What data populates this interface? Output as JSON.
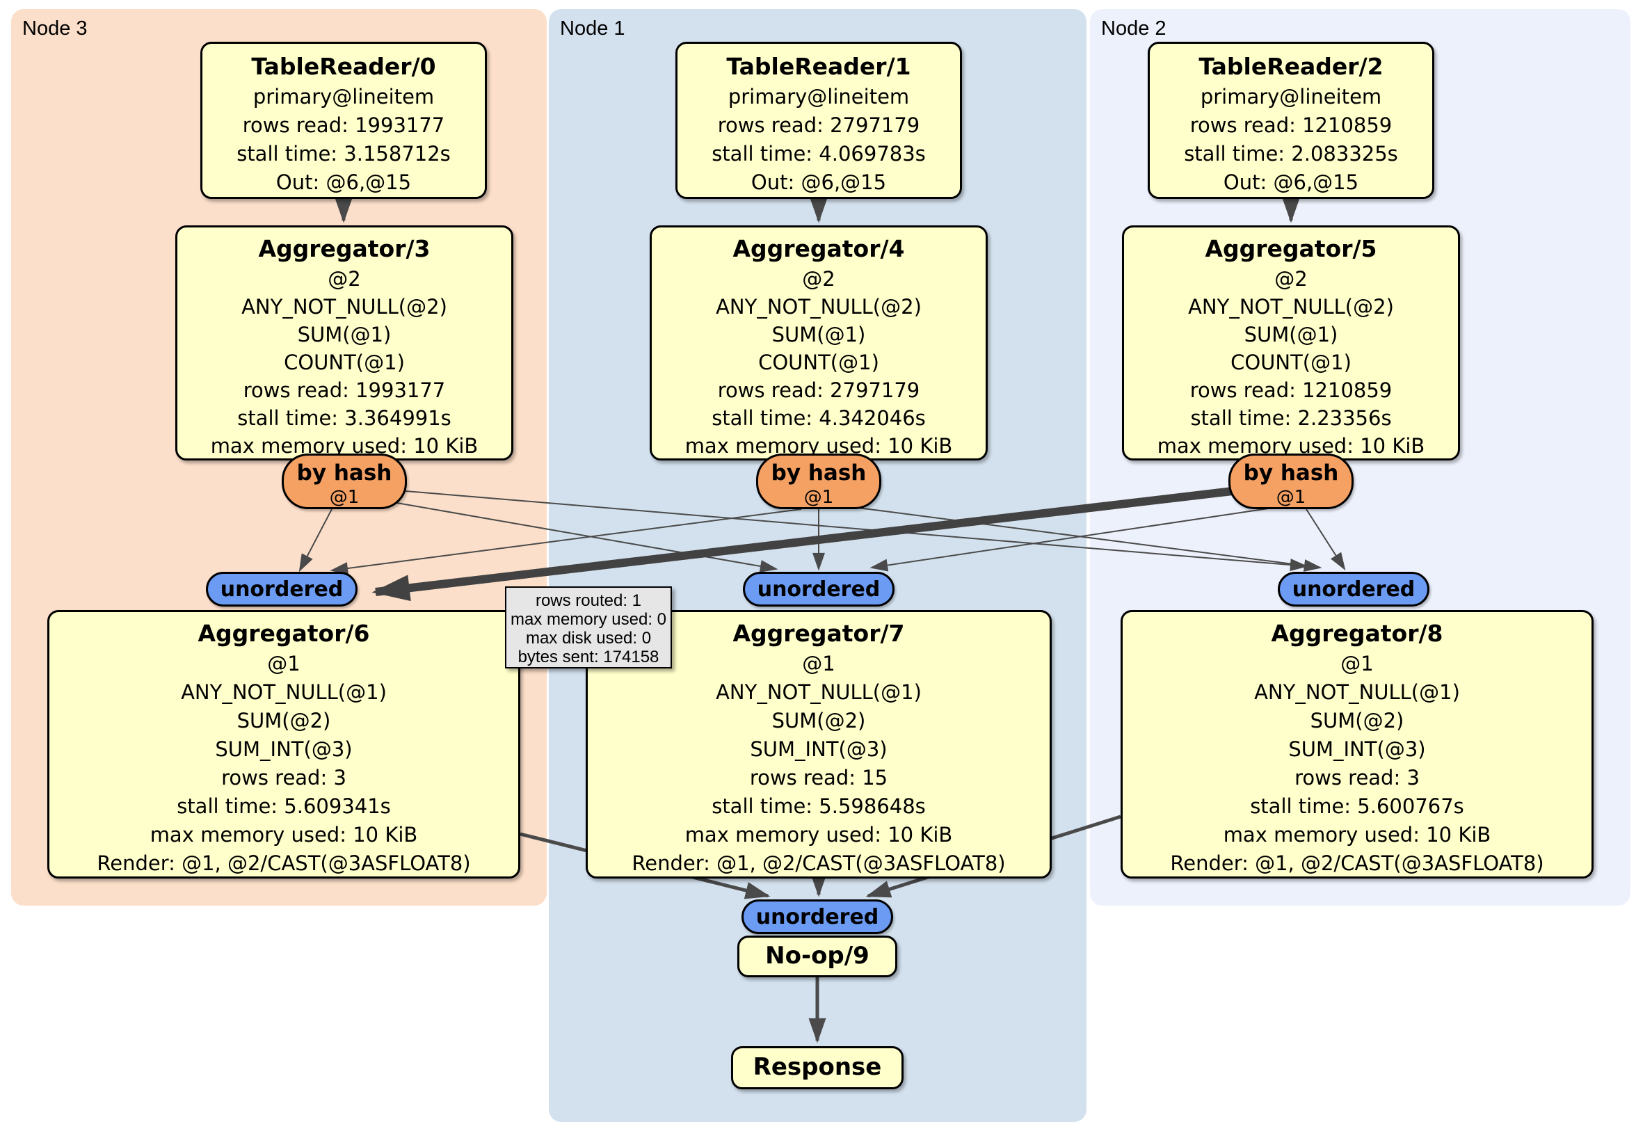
{
  "regions": {
    "node3": {
      "label": "Node 3"
    },
    "node1": {
      "label": "Node 1"
    },
    "node2": {
      "label": "Node 2"
    }
  },
  "router": {
    "label": "by hash",
    "sub": "@1"
  },
  "sync": {
    "label": "unordered"
  },
  "boxes": {
    "tr0": {
      "title": "TableReader/0",
      "lines": [
        "primary@lineitem",
        "rows read: 1993177",
        "stall time: 3.158712s",
        "Out: @6,@15"
      ]
    },
    "tr1": {
      "title": "TableReader/1",
      "lines": [
        "primary@lineitem",
        "rows read: 2797179",
        "stall time: 4.069783s",
        "Out: @6,@15"
      ]
    },
    "tr2": {
      "title": "TableReader/2",
      "lines": [
        "primary@lineitem",
        "rows read: 1210859",
        "stall time: 2.083325s",
        "Out: @6,@15"
      ]
    },
    "agg3": {
      "title": "Aggregator/3",
      "lines": [
        "@2",
        "ANY_NOT_NULL(@2)",
        "SUM(@1)",
        "COUNT(@1)",
        "rows read: 1993177",
        "stall time: 3.364991s",
        "max memory used: 10 KiB"
      ]
    },
    "agg4": {
      "title": "Aggregator/4",
      "lines": [
        "@2",
        "ANY_NOT_NULL(@2)",
        "SUM(@1)",
        "COUNT(@1)",
        "rows read: 2797179",
        "stall time: 4.342046s",
        "max memory used: 10 KiB"
      ]
    },
    "agg5": {
      "title": "Aggregator/5",
      "lines": [
        "@2",
        "ANY_NOT_NULL(@2)",
        "SUM(@1)",
        "COUNT(@1)",
        "rows read: 1210859",
        "stall time: 2.23356s",
        "max memory used: 10 KiB"
      ]
    },
    "agg6": {
      "title": "Aggregator/6",
      "lines": [
        "@1",
        "ANY_NOT_NULL(@1)",
        "SUM(@2)",
        "SUM_INT(@3)",
        "rows read: 3",
        "stall time: 5.609341s",
        "max memory used: 10 KiB",
        "Render: @1, @2/CAST(@3ASFLOAT8)"
      ]
    },
    "agg7": {
      "title": "Aggregator/7",
      "lines": [
        "@1",
        "ANY_NOT_NULL(@1)",
        "SUM(@2)",
        "SUM_INT(@3)",
        "rows read: 15",
        "stall time: 5.598648s",
        "max memory used: 10 KiB",
        "Render: @1, @2/CAST(@3ASFLOAT8)"
      ]
    },
    "agg8": {
      "title": "Aggregator/8",
      "lines": [
        "@1",
        "ANY_NOT_NULL(@1)",
        "SUM(@2)",
        "SUM_INT(@3)",
        "rows read: 3",
        "stall time: 5.600767s",
        "max memory used: 10 KiB",
        "Render: @1, @2/CAST(@3ASFLOAT8)"
      ]
    },
    "noop": {
      "title": "No-op/9"
    },
    "response": {
      "title": "Response"
    }
  },
  "tooltip": {
    "lines": [
      "rows routed: 1",
      "max memory used: 0",
      "max disk used: 0",
      "bytes sent: 174158"
    ]
  },
  "colors": {
    "region_node3": "#fcdfca",
    "region_node1": "#d3e1ee",
    "region_node2": "#edf1fb",
    "box_fill": "#ffffcb",
    "router_fill": "#f5a163",
    "sync_fill": "#6b9bf3",
    "edge": "#4a4a4a",
    "tooltip_bg": "#e6e6e6"
  }
}
